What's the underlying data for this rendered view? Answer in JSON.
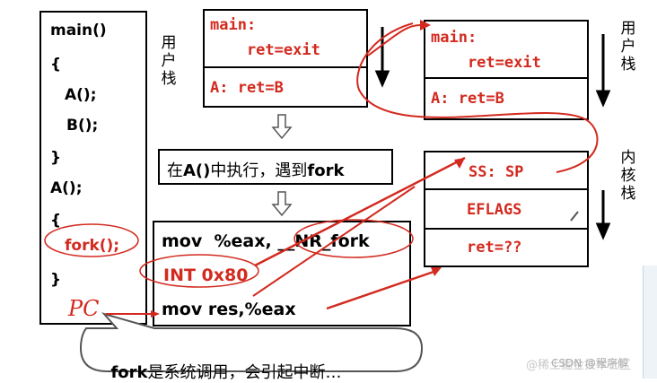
{
  "code": {
    "lines": [
      "main()",
      "{",
      "A();",
      "B();",
      "}",
      "A();",
      "{",
      "fork();",
      "}"
    ]
  },
  "labels": {
    "user_stack_left": [
      "用",
      "户",
      "栈"
    ],
    "user_stack_right": [
      "用",
      "户",
      "栈"
    ],
    "kernel_stack": [
      "内",
      "核",
      "栈"
    ]
  },
  "left_stack": {
    "line1": "main:",
    "line2": "    ret=exit",
    "line3": "A: ret=B"
  },
  "right_user_stack": {
    "line1": "main:",
    "line2": "    ret=exit",
    "line3": "A: ret=B"
  },
  "kernel_stack_cells": [
    "SS: SP",
    "EFLAGS",
    "ret=??"
  ],
  "exec_box": {
    "prefix": "在",
    "bold": "A()",
    "middle": "中执行，遇到",
    "suffix": "fork"
  },
  "asm": {
    "line1_a": "mov  %eax, ",
    "line1_b": "__NR_fork",
    "line2": "INT 0x80",
    "line3": "mov res,%eax"
  },
  "pc_label": "PC",
  "callout": {
    "bold": "fork",
    "rest": "是系统调用，会引起中断…"
  },
  "watermark": "@稀土掘金技术社区",
  "watermark2": "CSDN @程序解",
  "colors": {
    "red": "#d32a1f",
    "black": "#000000"
  }
}
